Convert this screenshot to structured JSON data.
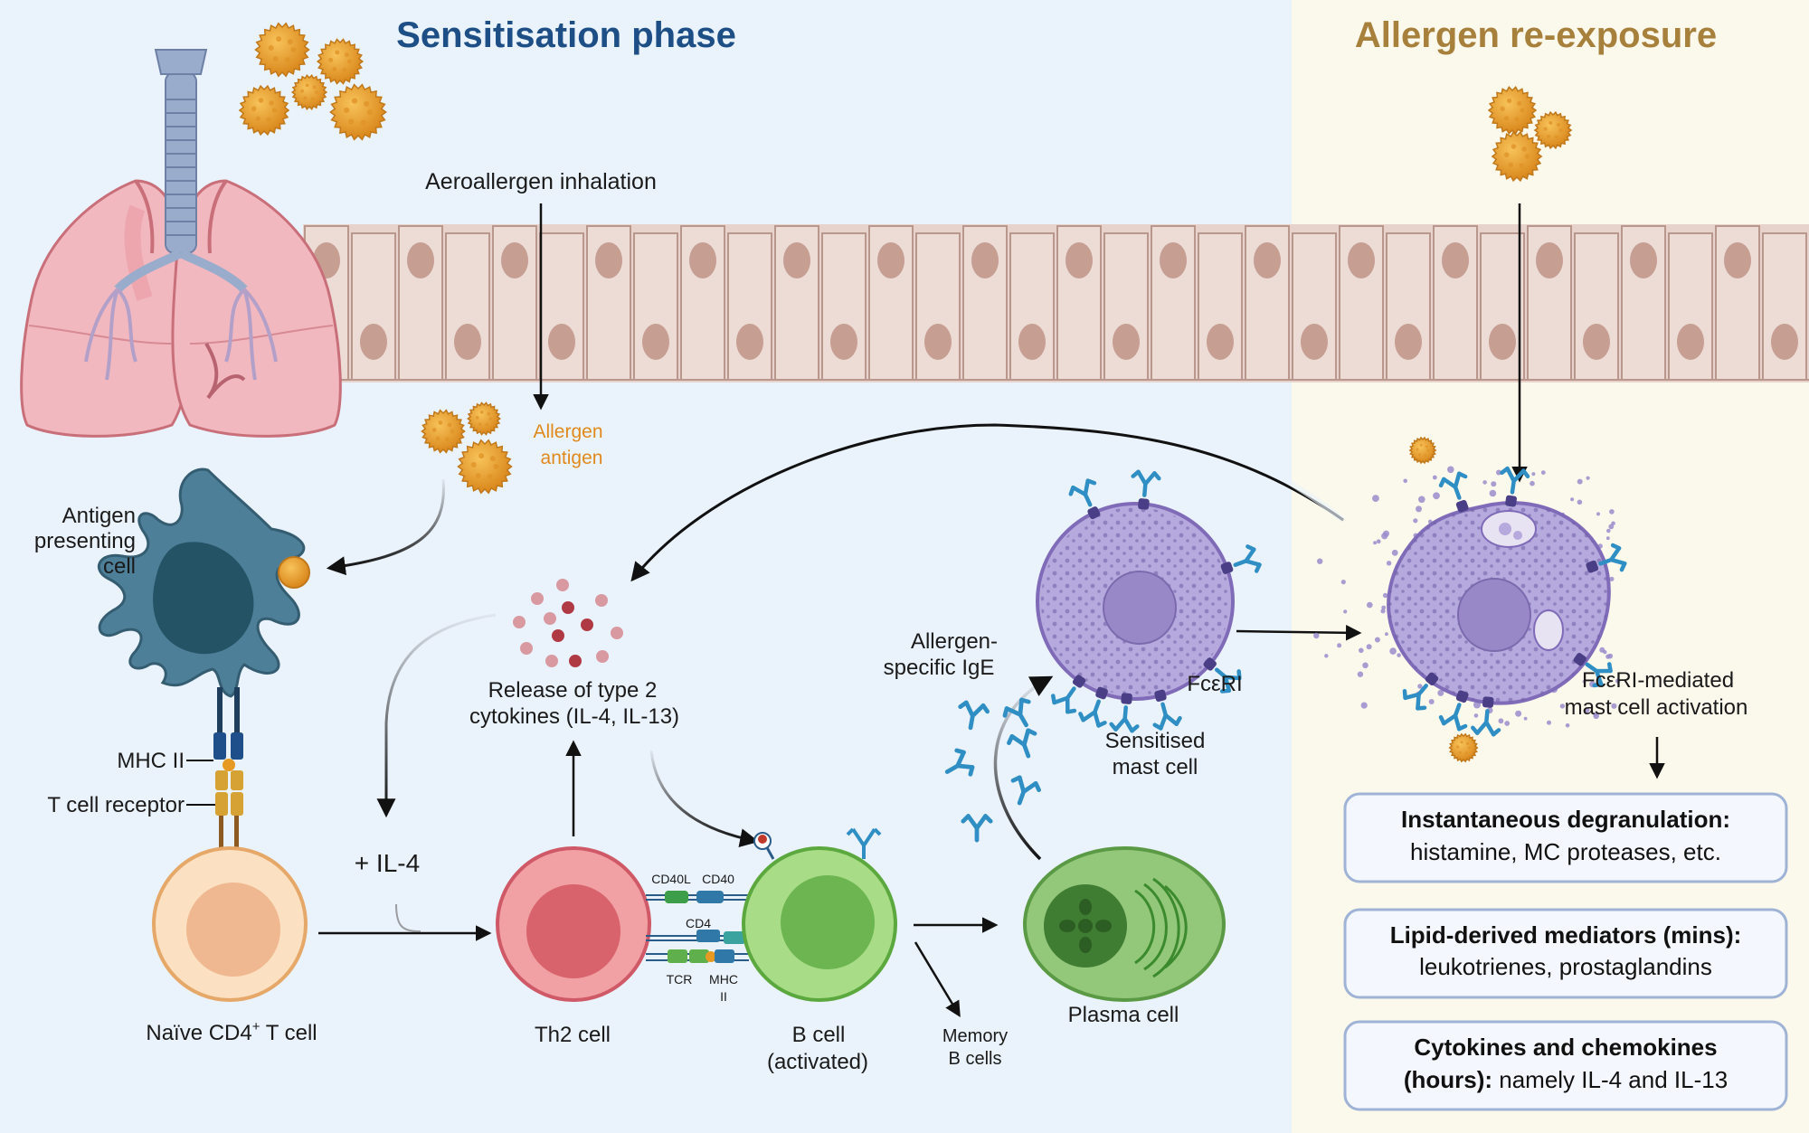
{
  "titles": {
    "sensitisation": "Sensitisation phase",
    "reexposure": "Allergen re-exposure"
  },
  "colors": {
    "left_bg": "#eaf2fb",
    "right_bg": "#fbf8ec",
    "sensitisation_title": "#1d4f86",
    "reexposure_title": "#a7803c",
    "allergen_antigen_text": "#e08a1e",
    "pollen": "#e39a22",
    "epithelium": "#e7d3cc",
    "epithelium_nucleus": "#c69e92",
    "apc": "#4d7f99",
    "naive_t": "#f6c99a",
    "th2": "#e26d75",
    "b_cell": "#7cc65e",
    "plasma_cell": "#6fae55",
    "mast_cell": "#a99ad3",
    "antibody": "#2f8fc4",
    "box_border": "#9fb3d6"
  },
  "labels": {
    "aeroallergen": "Aeroallergen inhalation",
    "allergen_antigen_line1": "Allergen",
    "allergen_antigen_line2": "antigen",
    "apc_line1": "Antigen",
    "apc_line2": "presenting",
    "apc_line3": "cell",
    "mhc": "MHC II",
    "tcr": "T cell receptor",
    "naive_prefix": "Naïve CD4",
    "naive_sup": "+",
    "naive_suffix": " T cell",
    "il4": "+ IL-4",
    "th2": "Th2 cell",
    "release_line1": "Release of type 2",
    "release_line2": "cytokines (IL-4, IL-13)",
    "b_line1": "B cell",
    "b_line2": "(activated)",
    "cd40l": "CD40L",
    "cd40": "CD40",
    "cd4": "CD4",
    "tcr_small": "TCR",
    "mhc_small_line1": "MHC",
    "mhc_small_line2": "II",
    "memory_line1": "Memory",
    "memory_line2": "B cells",
    "plasma": "Plasma cell",
    "ige_line1": "Allergen-",
    "ige_line2": "specific IgE",
    "sensitised_line1": "Sensitised",
    "sensitised_line2": "mast cell",
    "fceri": "FcεRI",
    "mediated_line1": "FcεRI-mediated",
    "mediated_line2": "mast cell activation"
  },
  "outcomes": [
    {
      "bold": "Instantaneous degranulation:",
      "rest": "histamine, MC proteases, etc."
    },
    {
      "bold": "Lipid-derived mediators (mins):",
      "rest": "leukotrienes, prostaglandins"
    },
    {
      "bold_line1": "Cytokines and chemokines",
      "bold_line2": "(hours):",
      "rest": " namely IL-4 and IL-13"
    }
  ]
}
